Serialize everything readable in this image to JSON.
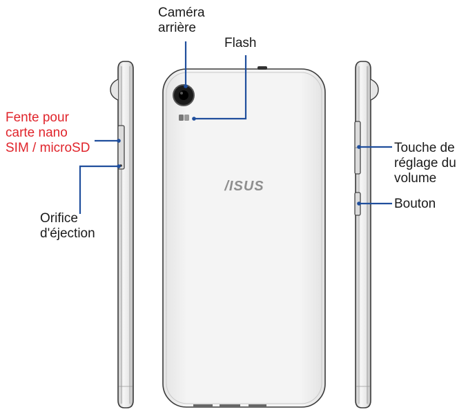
{
  "colors": {
    "leader": "#1f4e9c",
    "highlight_text": "#e0242b",
    "text": "#1a1a1a",
    "phone_body": "#efefef",
    "phone_edge": "#3a3a3a"
  },
  "back_view": {
    "brand": "/ISUS"
  },
  "callouts": {
    "rear_camera": {
      "lines": [
        "Caméra",
        "arrière"
      ]
    },
    "flash": {
      "lines": [
        "Flash"
      ]
    },
    "card_slot": {
      "lines": [
        "Fente pour",
        "carte nano",
        "SIM / microSD"
      ]
    },
    "eject_hole": {
      "lines": [
        "Orifice",
        "d'éjection"
      ]
    },
    "volume_key": {
      "lines": [
        "Touche de",
        "réglage du",
        "volume"
      ]
    },
    "power_button": {
      "lines": [
        "Bouton"
      ]
    }
  }
}
